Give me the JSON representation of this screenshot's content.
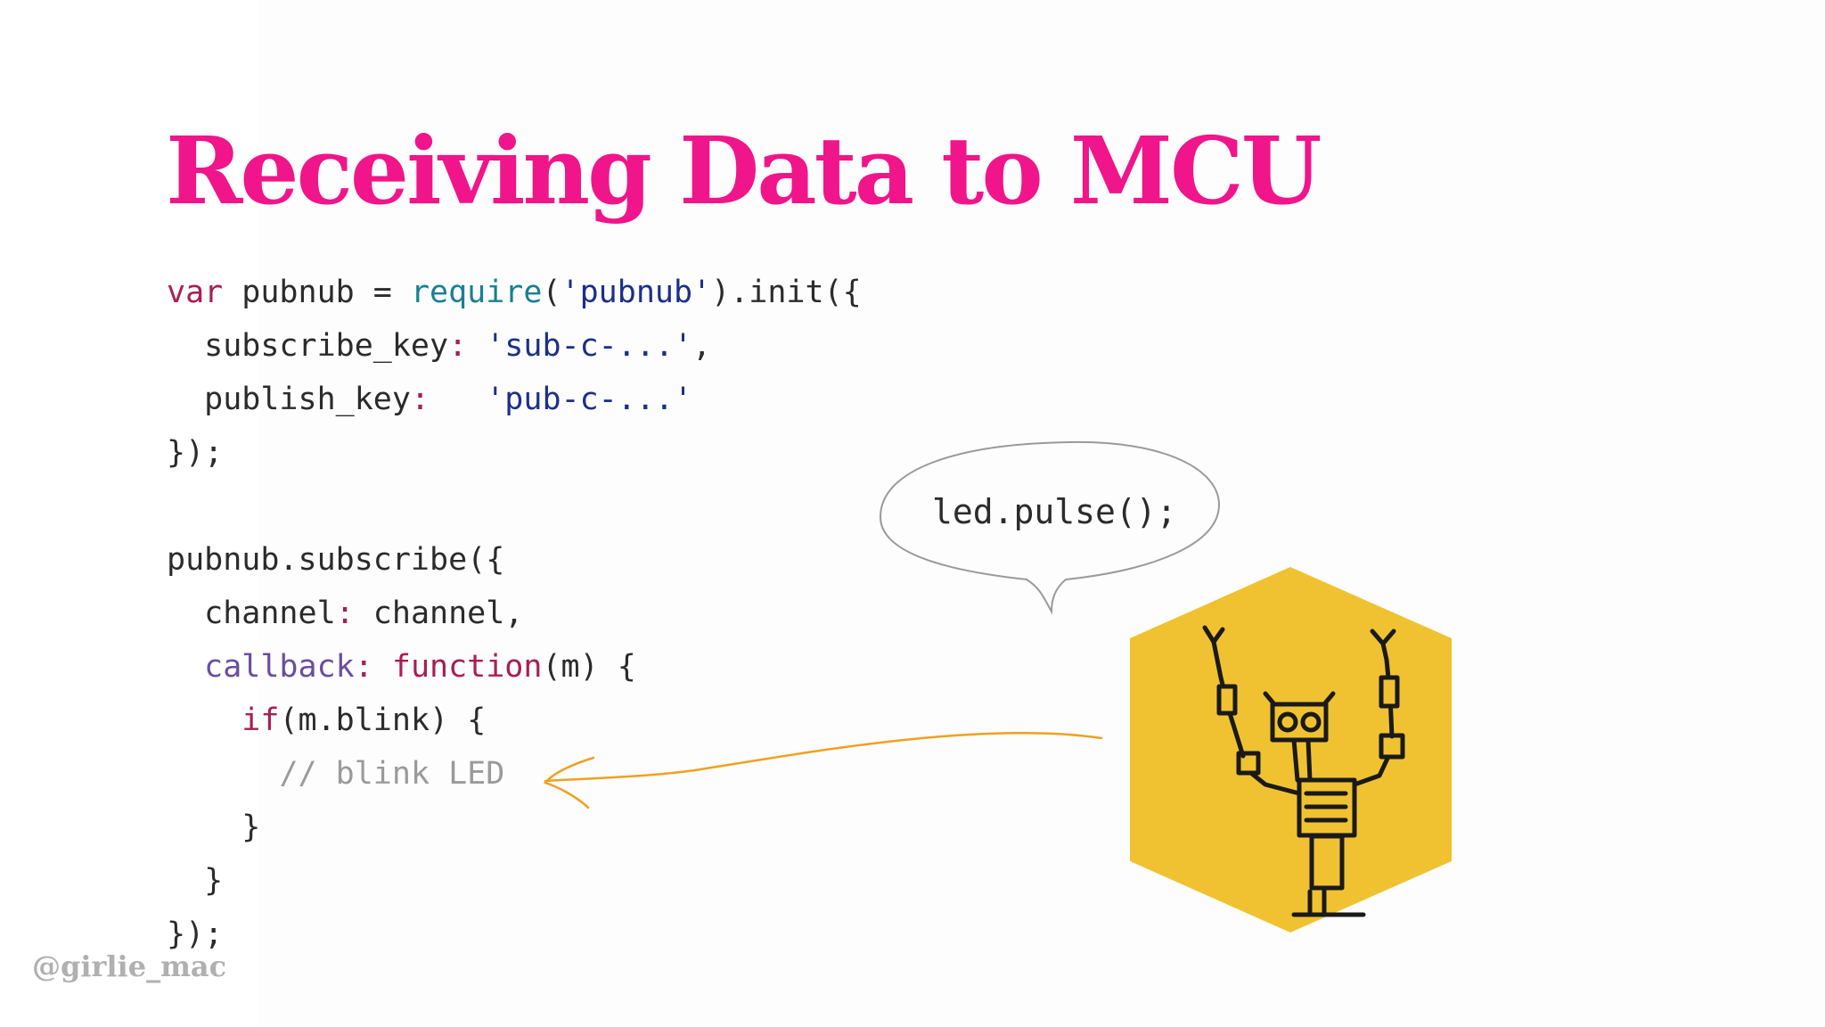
{
  "slide": {
    "title": "Receiving Data to MCU",
    "handle": "@girlie_mac",
    "speech_bubble": "led.pulse();",
    "illustration": "robot-hexagon-icon"
  },
  "code": {
    "lines": [
      [
        {
          "t": "var",
          "c": "kw"
        },
        {
          "t": " pubnub = ",
          "c": ""
        },
        {
          "t": "require",
          "c": "fn"
        },
        {
          "t": "(",
          "c": ""
        },
        {
          "t": "'pubnub'",
          "c": "str"
        },
        {
          "t": ").init({",
          "c": ""
        }
      ],
      [
        {
          "t": "  subscribe_key",
          "c": ""
        },
        {
          "t": ":",
          "c": "punct"
        },
        {
          "t": " ",
          "c": ""
        },
        {
          "t": "'sub-c-...'",
          "c": "str"
        },
        {
          "t": ",",
          "c": ""
        }
      ],
      [
        {
          "t": "  publish_key",
          "c": ""
        },
        {
          "t": ":",
          "c": "punct"
        },
        {
          "t": "   ",
          "c": ""
        },
        {
          "t": "'pub-c-...'",
          "c": "str"
        }
      ],
      [
        {
          "t": "});",
          "c": ""
        }
      ],
      [
        {
          "t": "",
          "c": ""
        }
      ],
      [
        {
          "t": "pubnub.subscribe({",
          "c": ""
        }
      ],
      [
        {
          "t": "  channel",
          "c": ""
        },
        {
          "t": ":",
          "c": "punct"
        },
        {
          "t": " channel,",
          "c": ""
        }
      ],
      [
        {
          "t": "  callback",
          "c": "prop"
        },
        {
          "t": ":",
          "c": "punct"
        },
        {
          "t": " ",
          "c": ""
        },
        {
          "t": "function",
          "c": "kw"
        },
        {
          "t": "(m) {",
          "c": ""
        }
      ],
      [
        {
          "t": "    ",
          "c": ""
        },
        {
          "t": "if",
          "c": "kw"
        },
        {
          "t": "(m.blink) {",
          "c": ""
        }
      ],
      [
        {
          "t": "      ",
          "c": ""
        },
        {
          "t": "// blink LED",
          "c": "cmt"
        }
      ],
      [
        {
          "t": "    }",
          "c": ""
        }
      ],
      [
        {
          "t": "  }",
          "c": ""
        }
      ],
      [
        {
          "t": "});",
          "c": ""
        }
      ]
    ]
  },
  "colors": {
    "title": "#f0158a",
    "hexagon": "#f0c232",
    "arrow": "#f0a020",
    "bubble_stroke": "#9a9a9a"
  }
}
